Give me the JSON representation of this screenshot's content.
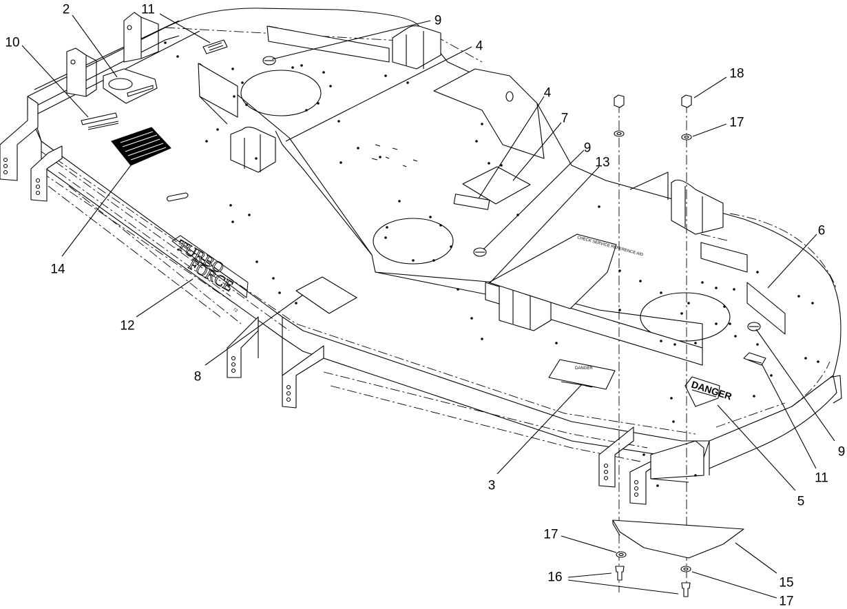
{
  "callouts": [
    {
      "label": "2"
    },
    {
      "label": "11"
    },
    {
      "label": "9"
    },
    {
      "label": "4"
    },
    {
      "label": "10"
    },
    {
      "label": "4"
    },
    {
      "label": "7"
    },
    {
      "label": "9"
    },
    {
      "label": "13"
    },
    {
      "label": "18"
    },
    {
      "label": "17"
    },
    {
      "label": "6"
    },
    {
      "label": "14"
    },
    {
      "label": "12"
    },
    {
      "label": "8"
    },
    {
      "label": "3"
    },
    {
      "label": "5"
    },
    {
      "label": "11"
    },
    {
      "label": "9"
    },
    {
      "label": "17"
    },
    {
      "label": "16"
    },
    {
      "label": "15"
    },
    {
      "label": "17"
    }
  ],
  "decals": {
    "turbo": "TURBO",
    "force": "FORCE",
    "model": "72",
    "check_service": "CHECK SERVICE REFERENCE AID",
    "danger_large": "DANGER",
    "danger_small": "DANGER"
  }
}
